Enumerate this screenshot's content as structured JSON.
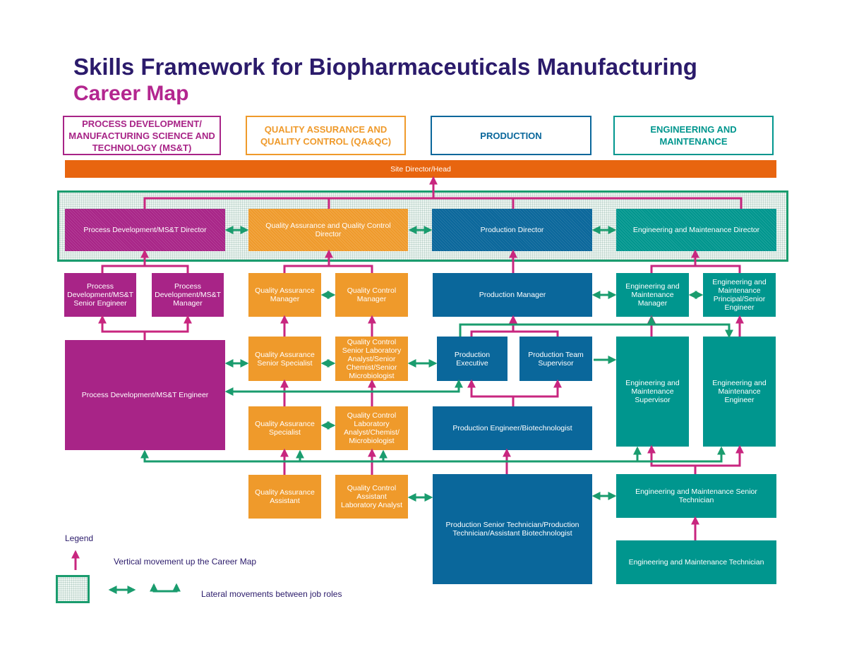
{
  "title": "Skills Framework for Biopharmaceuticals Manufacturing",
  "subtitle": "Career Map",
  "colors": {
    "title": "#2b1b6b",
    "subtitle": "#b3268f",
    "process_development": "#a82487",
    "quality": "#ef9a2b",
    "production": "#0a679b",
    "engineering": "#00968e",
    "site_head": "#e8650f",
    "vertical_arrow": "#c8267f",
    "lateral_arrow": "#1a9c6e"
  },
  "tracks": [
    {
      "id": "msat",
      "label": "PROCESS DEVELOPMENT/ MANUFACTURING SCIENCE AND TECHNOLOGY (MS&T)"
    },
    {
      "id": "qaqc",
      "label": "QUALITY ASSURANCE AND QUALITY CONTROL (QA&QC)"
    },
    {
      "id": "production",
      "label": "PRODUCTION"
    },
    {
      "id": "engineering",
      "label": "ENGINEERING AND MAINTENANCE"
    }
  ],
  "site_head": "Site Director/Head",
  "directors": {
    "msat": "Process Development/MS&T Director",
    "qaqc": "Quality Assurance and Quality Control Director",
    "production": "Production Director",
    "engineering": "Engineering and Maintenance Director"
  },
  "roles": {
    "msat_senior_engineer": "Process Development/MS&T Senior Engineer",
    "msat_manager": "Process Development/MS&T Manager",
    "msat_engineer": "Process Development/MS&T Engineer",
    "qa_manager": "Quality Assurance Manager",
    "qc_manager": "Quality Control Manager",
    "qa_senior_specialist": "Quality Assurance Senior Specialist",
    "qc_senior_analyst": "Quality Control Senior Laboratory Analyst/Senior Chemist/Senior Microbiologist",
    "qa_specialist": "Quality Assurance Specialist",
    "qc_analyst": "Quality Control Laboratory Analyst/Chemist/ Microbiologist",
    "qa_assistant": "Quality Assurance Assistant",
    "qc_assistant": "Quality Control Assistant Laboratory Analyst",
    "production_manager": "Production Manager",
    "production_executive": "Production Executive",
    "production_team_supervisor": "Production Team Supervisor",
    "production_engineer": "Production Engineer/Biotechnologist",
    "production_senior_technician": "Production Senior Technician/Production Technician/Assistant Biotechnologist",
    "em_manager": "Engineering and Maintenance Manager",
    "em_principal": "Engineering and Maintenance Principal/Senior Engineer",
    "em_supervisor": "Engineering and Maintenance Supervisor",
    "em_engineer": "Engineering and Maintenance Engineer",
    "em_senior_technician": "Engineering and Maintenance Senior Technician",
    "em_technician": "Engineering and Maintenance Technician"
  },
  "legend": {
    "title": "Legend",
    "vertical": "Vertical movement up the Career Map",
    "lateral": "Lateral movements between job roles"
  }
}
